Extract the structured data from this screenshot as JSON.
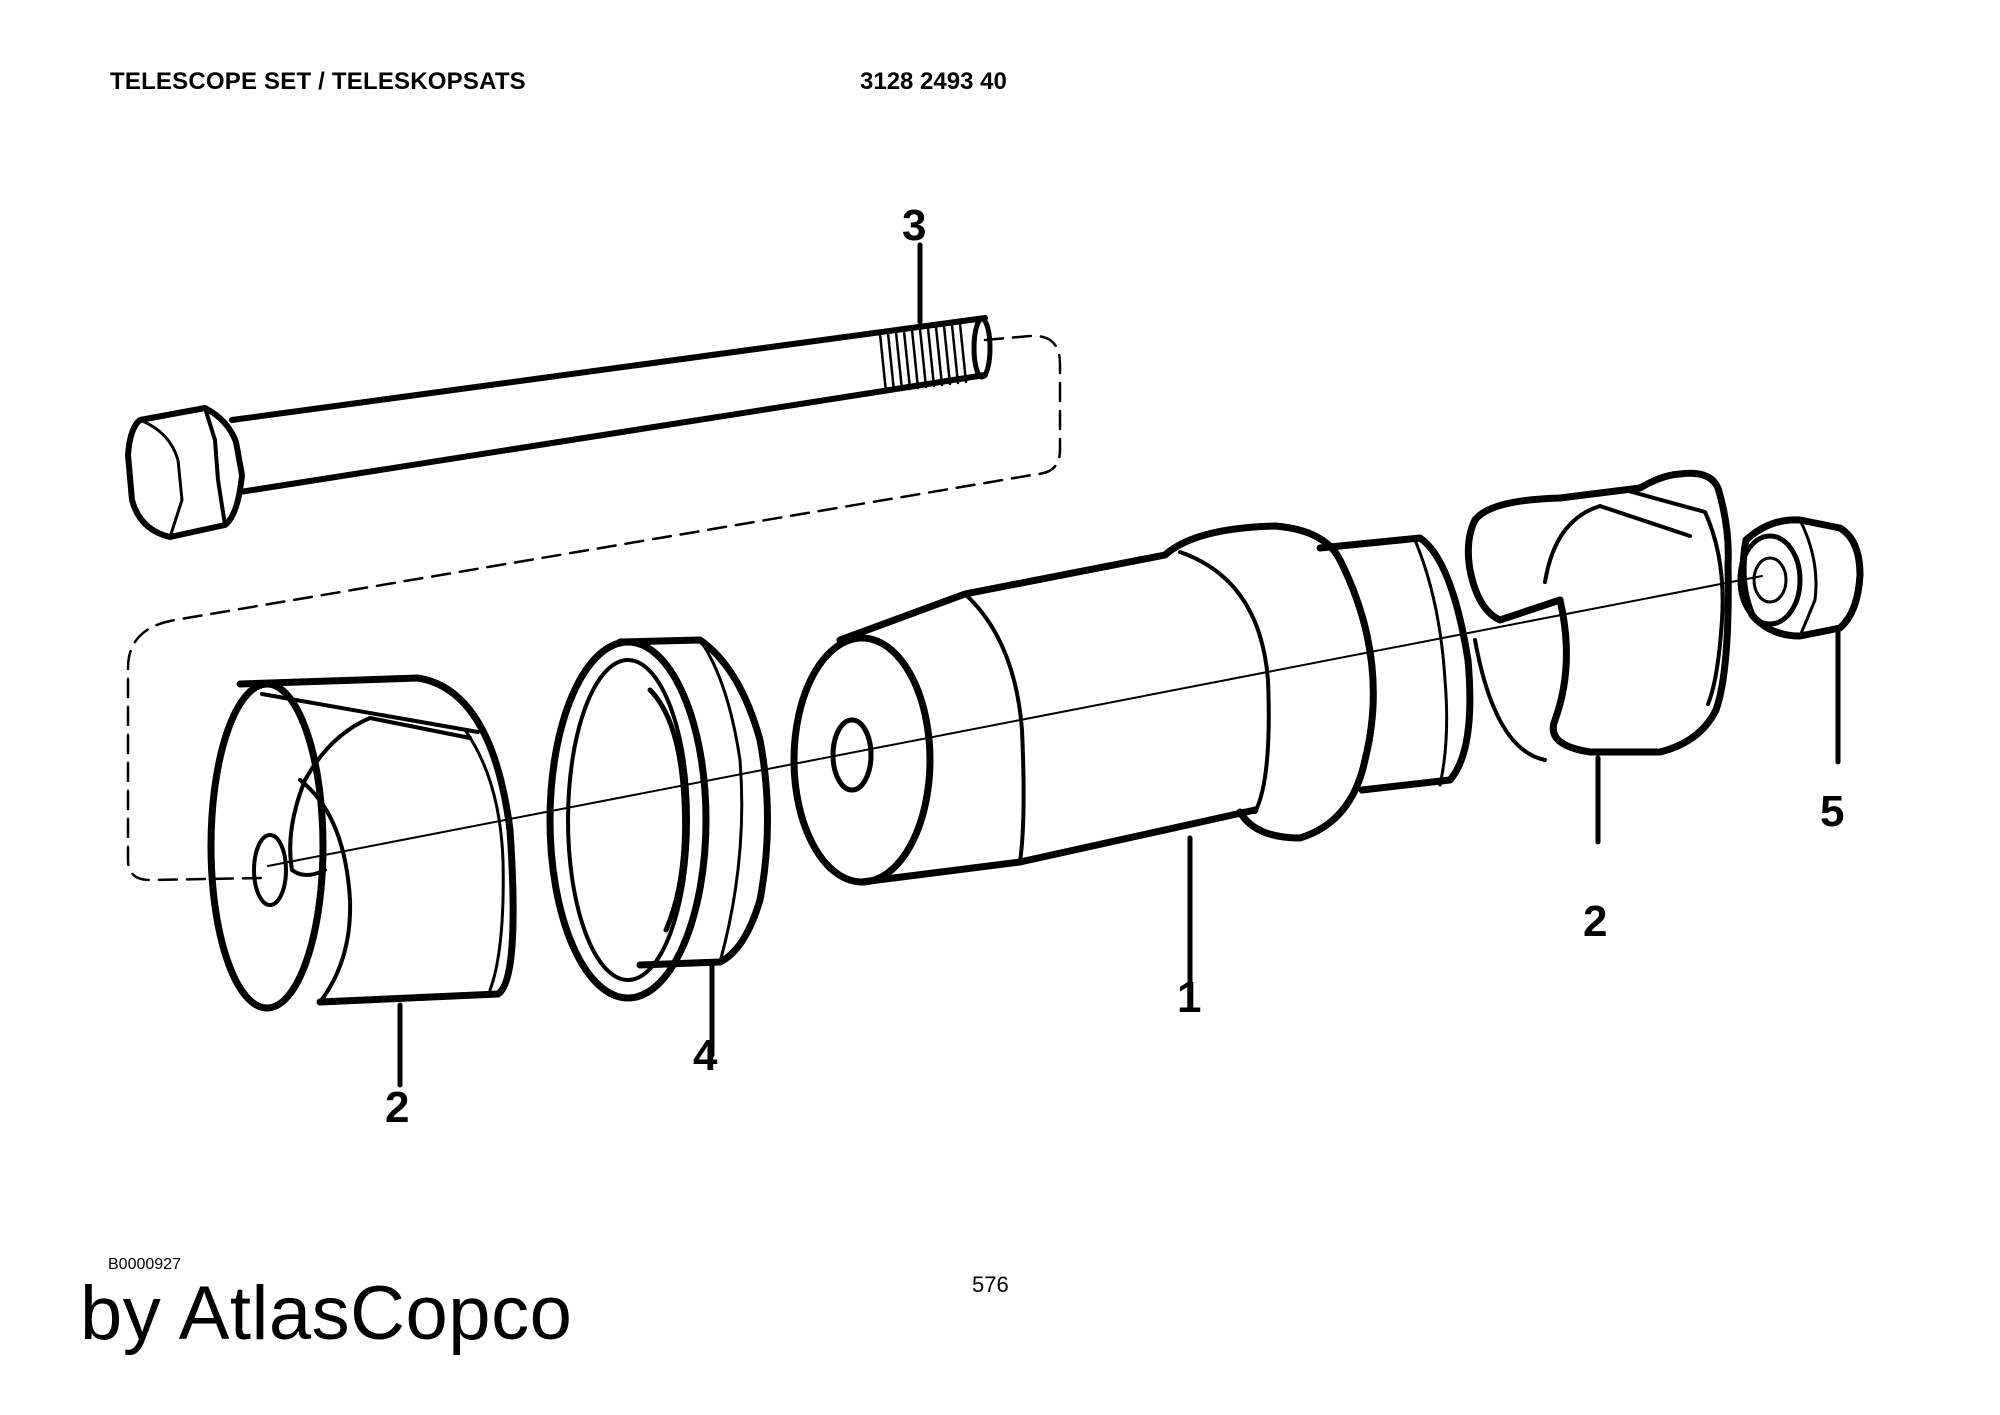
{
  "header": {
    "title": "TELESCOPE SET / TELESKOPSATS",
    "part_number": "3128 2493 40"
  },
  "drawing": {
    "callouts": {
      "sleeve_left": "2",
      "ring": "4",
      "mandrel": "1",
      "sleeve_right": "2",
      "bolt": "3",
      "nut": "5"
    }
  },
  "footer": {
    "drawing_code": "B0000927",
    "brand": "by AtlasCopco",
    "page_number": "576"
  }
}
